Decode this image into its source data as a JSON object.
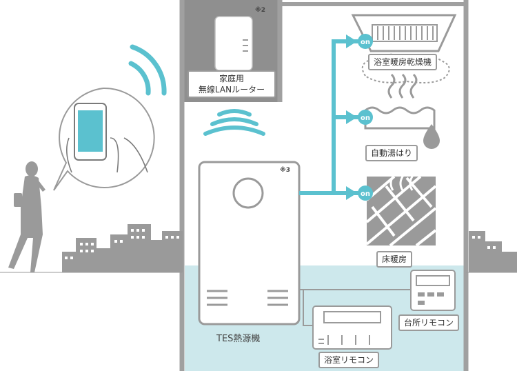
{
  "labels": {
    "router": "家庭用\n無線LANルーター",
    "router_note": "※2",
    "heater_note": "※3",
    "heat_source": "TES熱源機",
    "bathroom_dryer": "浴室暖房乾燥機",
    "auto_fill": "自動湯はり",
    "floor_heating": "床暖房",
    "kitchen_remote": "台所リモコン",
    "bath_remote": "浴室リモコン",
    "on_badge": "on"
  },
  "colors": {
    "accent": "#5bc1cf",
    "house_wall": "#9e9e9e",
    "floor_area": "#cde8ec",
    "line_art": "#9a9a9a",
    "city": "#9a9a9a"
  }
}
